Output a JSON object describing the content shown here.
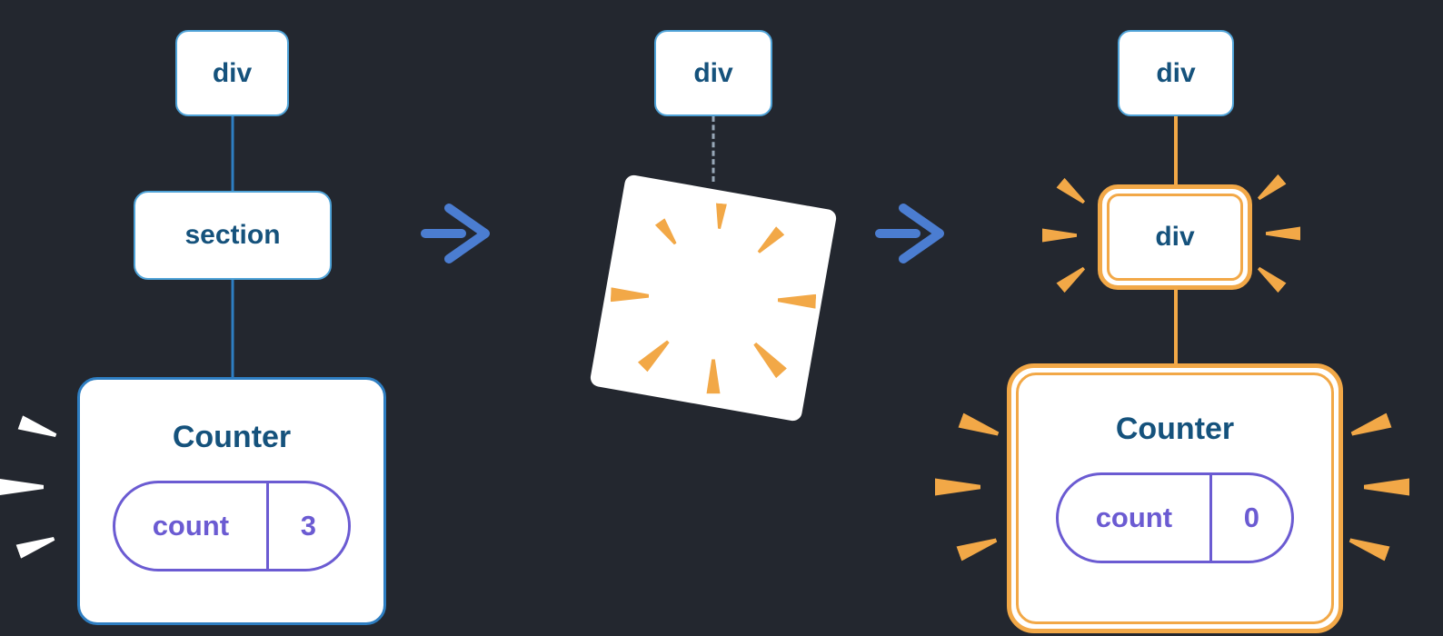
{
  "colors": {
    "background": "#23272f",
    "node_border": "#4fa3d8",
    "strong_border": "#2e7ec2",
    "node_text": "#15527c",
    "connector": "#2e7ec2",
    "arrow": "#4b7dd1",
    "dashed": "#98a8b8",
    "pill": "#6b5bd2",
    "orange": "#f2a847",
    "burst_white": "#ffffff"
  },
  "before": {
    "root_label": "div",
    "child_label": "section",
    "counter": {
      "title": "Counter",
      "state_key": "count",
      "state_value": "3"
    }
  },
  "during": {
    "root_label": "div"
  },
  "after": {
    "root_label": "div",
    "child_label": "div",
    "counter": {
      "title": "Counter",
      "state_key": "count",
      "state_value": "0"
    }
  }
}
